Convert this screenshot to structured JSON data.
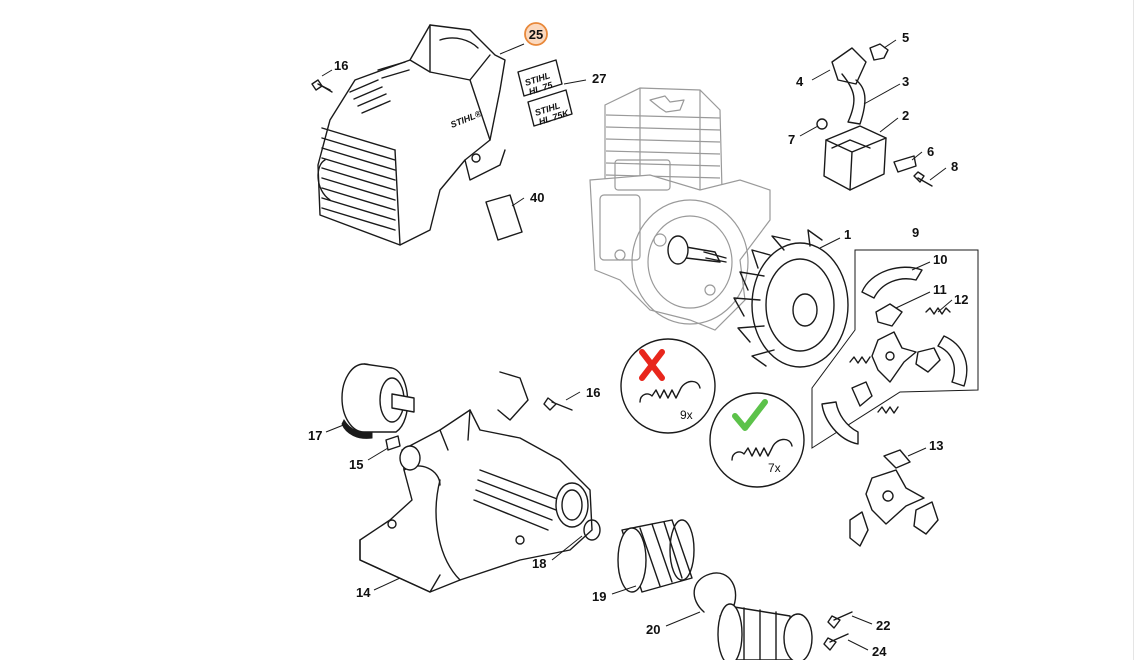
{
  "diagram": {
    "highlighted_part": "25",
    "callouts": {
      "p1": "1",
      "p2": "2",
      "p3": "3",
      "p4": "4",
      "p5": "5",
      "p6": "6",
      "p7": "7",
      "p8": "8",
      "p9": "9",
      "p10": "10",
      "p11": "11",
      "p12": "12",
      "p13": "13",
      "p14": "14",
      "p15": "15",
      "p16a": "16",
      "p16b": "16",
      "p17": "17",
      "p18": "18",
      "p19": "19",
      "p20": "20",
      "p22": "22",
      "p24": "24",
      "p25": "25",
      "p27": "27",
      "p40": "40"
    },
    "decals": {
      "cover_logo": "STIHL®",
      "decal1_line1": "STIHL",
      "decal1_line2": "HL 75",
      "decal2_line1": "STIHL",
      "decal2_line2": "HL 75K"
    },
    "spring_notes": {
      "wrong_count": "9x",
      "correct_count": "7x"
    },
    "colors": {
      "highlight_fill": "#fbd9bf",
      "highlight_stroke": "#e8883a",
      "wrong_mark": "#e8261c",
      "correct_mark": "#5cc24a"
    }
  }
}
